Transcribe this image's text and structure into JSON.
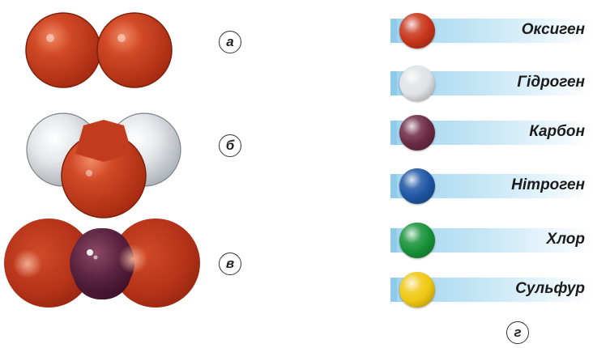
{
  "labels": {
    "a": "а",
    "b": "б",
    "v": "в",
    "g": "г"
  },
  "legend": [
    {
      "name": "Оксиген",
      "color": "#c7351a"
    },
    {
      "name": "Гідроген",
      "color": "#dfe2e6"
    },
    {
      "name": "Карбон",
      "color": "#6b2a45"
    },
    {
      "name": "Нітроген",
      "color": "#1f56a3"
    },
    {
      "name": "Хлор",
      "color": "#179238"
    },
    {
      "name": "Сульфур",
      "color": "#f0c812"
    }
  ],
  "colors": {
    "oxygen": "#c7351a",
    "hydrogen": "#dfe2e6",
    "carbon": "#6b2a45",
    "legend_bar": "#9fd4ef"
  }
}
